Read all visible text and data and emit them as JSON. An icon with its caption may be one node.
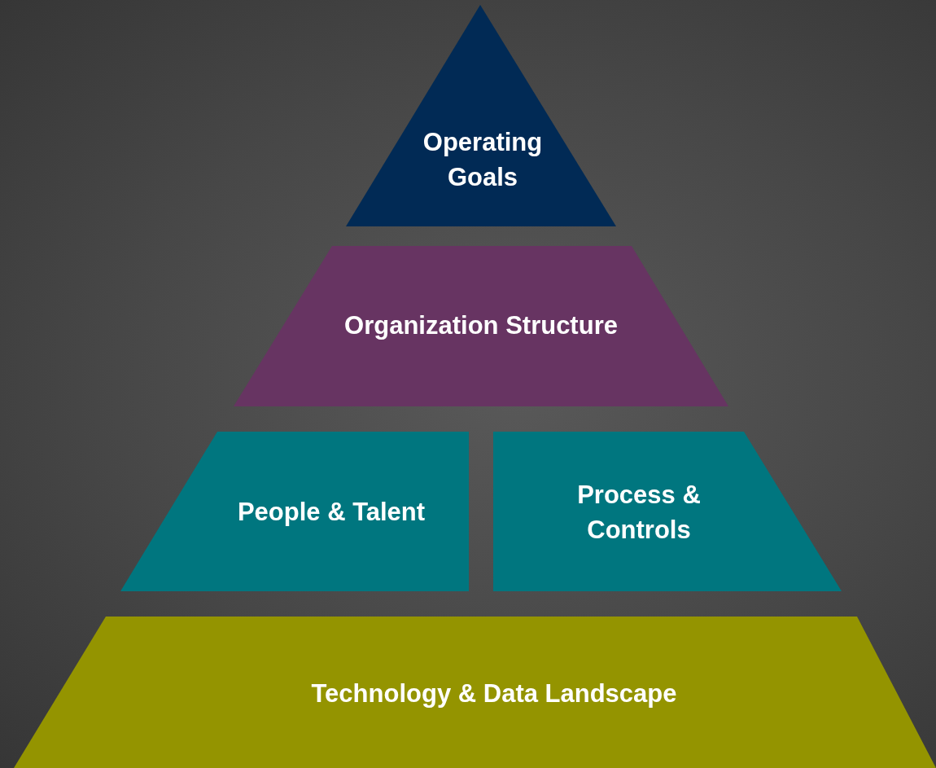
{
  "diagram": {
    "nodes": [
      {
        "text": [
          "Operating Goals"
        ]
      },
      {
        "text": [
          "Organization Structure"
        ]
      },
      {
        "text": [
          "People & Talent"
        ]
      },
      {
        "text": [
          "Process & Controls"
        ]
      },
      {
        "text": [
          "Technology & Data Landscape"
        ]
      }
    ]
  }
}
